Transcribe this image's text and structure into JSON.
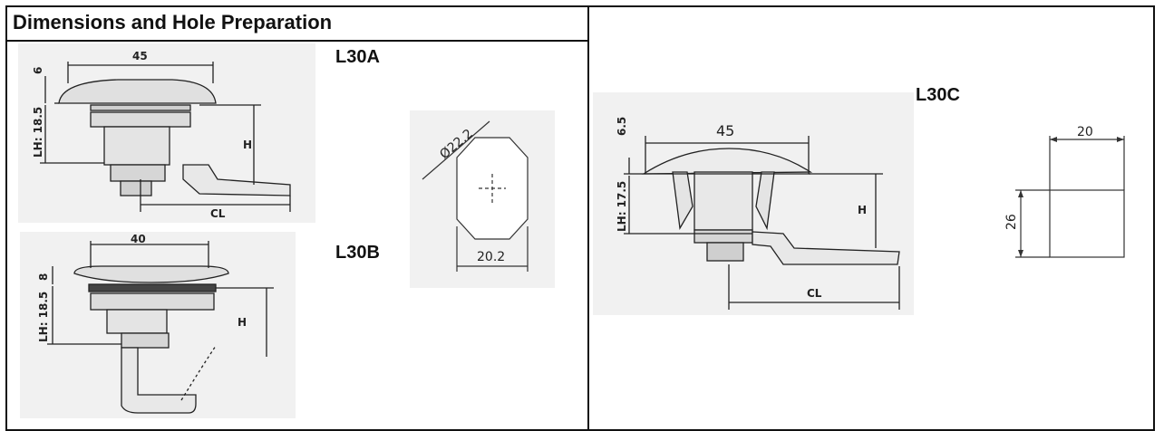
{
  "title": "Dimensions and Hole Preparation",
  "models": {
    "a": "L30A",
    "b": "L30B",
    "c": "L30C"
  },
  "l30a": {
    "width": "45",
    "head": "6",
    "lh": "LH: 18.5",
    "h": "H",
    "cl": "CL"
  },
  "l30b": {
    "width": "40",
    "head": "8",
    "lh": "LH: 18.5",
    "h": "H"
  },
  "hole_round": {
    "diameter": "Ø22.2",
    "flat": "20.2"
  },
  "l30c": {
    "width": "45",
    "head": "6.5",
    "lh": "LH: 17.5",
    "h": "H",
    "cl": "CL"
  },
  "hole_rect": {
    "width": "20",
    "height": "26"
  }
}
